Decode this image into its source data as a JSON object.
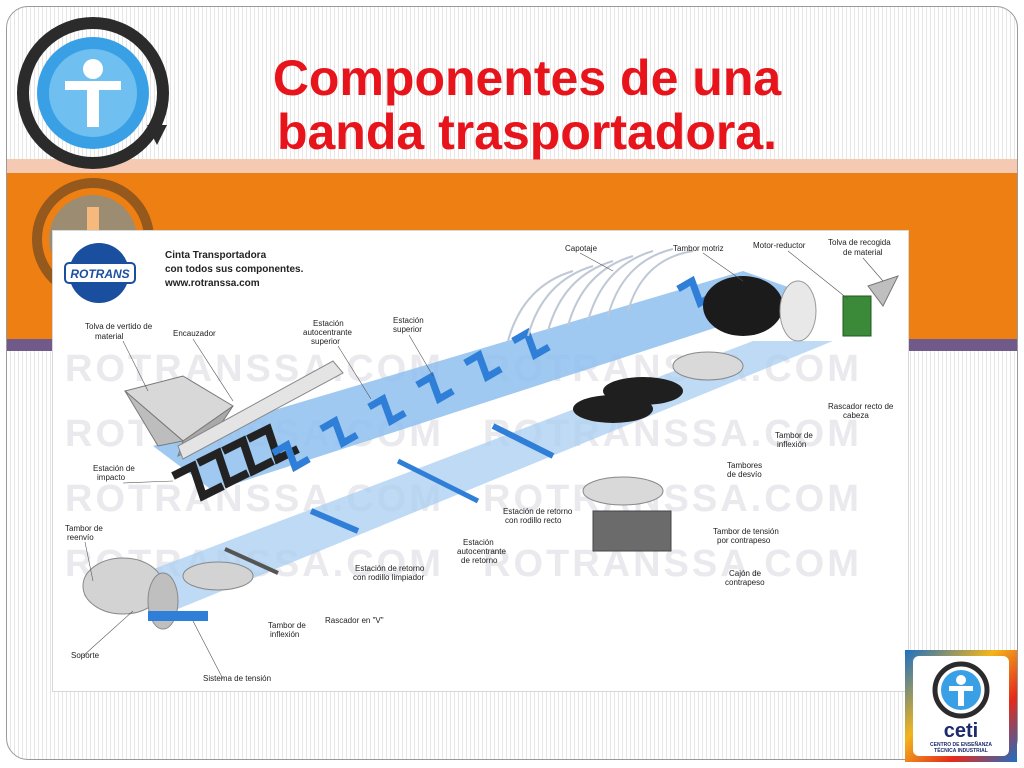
{
  "slide": {
    "title_line1": "Componentes de una",
    "title_line2": "banda trasportadora."
  },
  "figure": {
    "brand": "ROTRANS",
    "heading_line1": "Cinta Transportadora",
    "heading_line2": "con todos sus componentes.",
    "website": "www.rotranssa.com",
    "watermark": "ROTRANSSA.COM",
    "labels": {
      "capotaje": "Capotaje",
      "tambor_motriz": "Tambor motriz",
      "motor_reductor": "Motor-reductor",
      "tolva_recogida_1": "Tolva de recogida",
      "tolva_recogida_2": "de material",
      "tolva_vertido_1": "Tolva de vertido de",
      "tolva_vertido_2": "material",
      "encauzador": "Encauzador",
      "est_autocentrante_sup_1": "Estación",
      "est_autocentrante_sup_2": "autocentrante",
      "est_autocentrante_sup_3": "superior",
      "est_superior_1": "Estación",
      "est_superior_2": "superior",
      "rascador_recto_1": "Rascador recto de",
      "rascador_recto_2": "cabeza",
      "tambor_inflexion_top_1": "Tambor de",
      "tambor_inflexion_top_2": "inflexión",
      "tambores_desvio_1": "Tambores",
      "tambores_desvio_2": "de desvío",
      "est_impacto_1": "Estación de",
      "est_impacto_2": "impacto",
      "tambor_reenvio_1": "Tambor de",
      "tambor_reenvio_2": "reenvío",
      "est_retorno_recto_1": "Estación de retorno",
      "est_retorno_recto_2": "con rodillo recto",
      "tambor_tension_1": "Tambor de tensión",
      "tambor_tension_2": "por contrapeso",
      "est_autocentrante_ret_1": "Estación",
      "est_autocentrante_ret_2": "autocentrante",
      "est_autocentrante_ret_3": "de retorno",
      "cajon_1": "Cajón de",
      "cajon_2": "contrapeso",
      "est_retorno_limpiador_1": "Estación de retorno",
      "est_retorno_limpiador_2": "con rodillo limpiador",
      "rascador_v": "Rascador en \"V\"",
      "tambor_inflexion_bot_1": "Tambor de",
      "tambor_inflexion_bot_2": "inflexión",
      "soporte": "Soporte",
      "sistema_tension": "Sistema de tensión"
    }
  },
  "logo_bottom_right": {
    "word": "ceti",
    "sub_line1": "CENTRO DE ENSEÑANZA",
    "sub_line2": "TÉCNICA INDUSTRIAL"
  },
  "colors": {
    "title": "#e8141b",
    "orange_band": "#ee7f12",
    "purple_band": "#6f5a8a",
    "belt_blue": "#3b8fe0",
    "roller_blue": "#2f7fd8"
  }
}
